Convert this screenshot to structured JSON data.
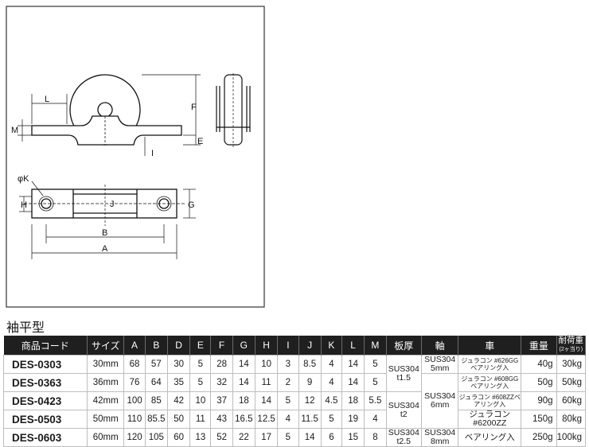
{
  "drawing": {
    "labels": {
      "L": "L",
      "M": "M",
      "F": "F",
      "E": "E",
      "I": "I",
      "phiK": "φK",
      "H": "H",
      "J": "J",
      "G": "G",
      "B": "B",
      "A": "A"
    }
  },
  "section_title": "袖平型",
  "table": {
    "headers": [
      "商品コード",
      "サイズ",
      "A",
      "B",
      "D",
      "E",
      "F",
      "G",
      "H",
      "I",
      "J",
      "K",
      "L",
      "M",
      "板厚",
      "軸",
      "車",
      "重量"
    ],
    "load_header": "耐荷重",
    "load_sub": "(2ヶ当り)",
    "rows": [
      {
        "code": "DES-0303",
        "size": "30mm",
        "A": "68",
        "B": "57",
        "D": "30",
        "E": "5",
        "F": "28",
        "G": "14",
        "H": "10",
        "I": "3",
        "J": "8.5",
        "K": "4",
        "L": "14",
        "M": "5",
        "weight": "40g",
        "load": "30kg"
      },
      {
        "code": "DES-0363",
        "size": "36mm",
        "A": "76",
        "B": "64",
        "D": "35",
        "E": "5",
        "F": "32",
        "G": "14",
        "H": "11",
        "I": "2",
        "J": "9",
        "K": "4",
        "L": "14",
        "M": "5",
        "weight": "50g",
        "load": "50kg"
      },
      {
        "code": "DES-0423",
        "size": "42mm",
        "A": "100",
        "B": "85",
        "D": "42",
        "E": "10",
        "F": "37",
        "G": "18",
        "H": "14",
        "I": "5",
        "J": "12",
        "K": "4.5",
        "L": "18",
        "M": "5.5",
        "weight": "90g",
        "load": "60kg"
      },
      {
        "code": "DES-0503",
        "size": "50mm",
        "A": "110",
        "B": "85.5",
        "D": "50",
        "E": "11",
        "F": "43",
        "G": "16.5",
        "H": "12.5",
        "I": "4",
        "J": "11.5",
        "K": "5",
        "L": "19",
        "M": "4",
        "weight": "150g",
        "load": "80kg"
      },
      {
        "code": "DES-0603",
        "size": "60mm",
        "A": "120",
        "B": "105",
        "D": "60",
        "E": "13",
        "F": "52",
        "G": "22",
        "H": "17",
        "I": "5",
        "J": "14",
        "K": "6",
        "L": "15",
        "M": "8",
        "weight": "250g",
        "load": "100kg"
      }
    ],
    "plate": [
      "SUS304 t1.5",
      "SUS304 t2",
      "SUS304 t2.5"
    ],
    "axle": [
      "SUS304 5mm",
      "SUS304 6mm",
      "SUS304 8mm"
    ],
    "wheel": [
      "ジュラコン #626GGベアリング入",
      "ジュラコン #608GGベアリング入",
      "ジュラコン #608ZZベアリング入",
      "ジュラコン #6200ZZ",
      "ベアリング入"
    ]
  }
}
